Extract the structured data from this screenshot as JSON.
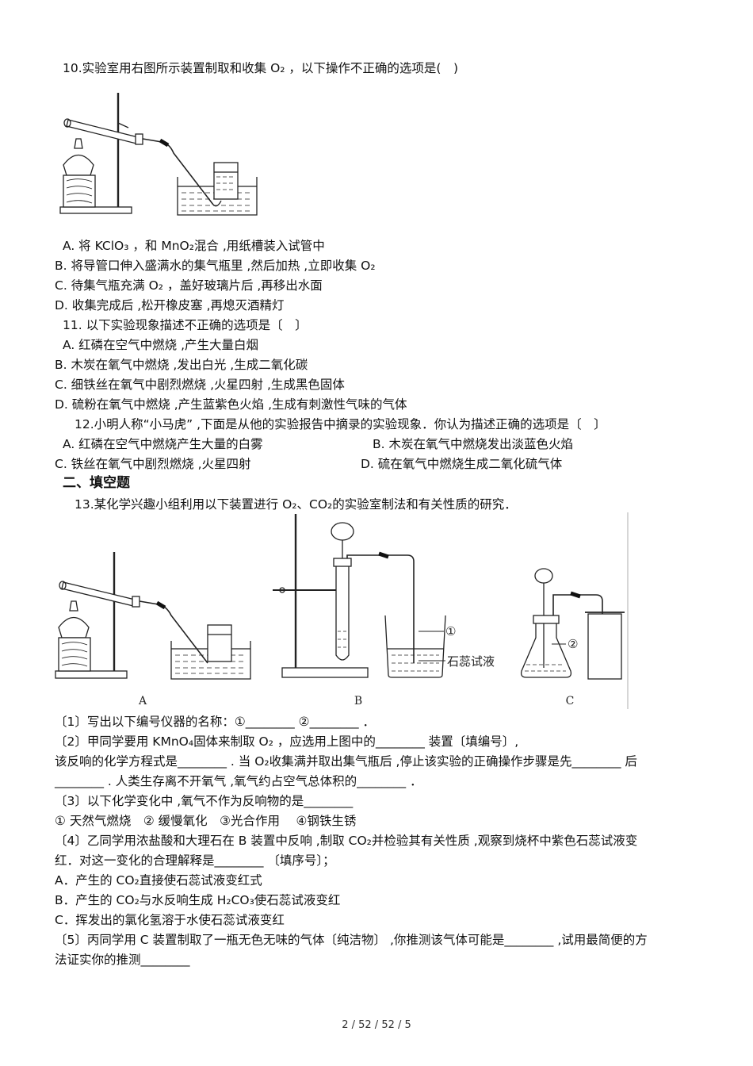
{
  "q10": {
    "stem": "10.实验室用右图所示装置制取和收集 O₂ ，以下操作不正确的选项是(　)",
    "opt_a": "A. 将 KClO₃ ，和 MnO₂混合 ,用纸槽装入试管中",
    "opt_b": "B. 将导管口伸入盛满水的集气瓶里 ,然后加热 ,立即收集 O₂",
    "opt_c": "C. 待集气瓶充满 O₂ ，盖好玻璃片后 ,再移出水面",
    "opt_d": "D. 收集完成后 ,松开橡皮塞 ,再熄灭酒精灯"
  },
  "q11": {
    "stem": "11. 以下实验现象描述不正确的选项是〔　〕",
    "opt_a": "A. 红磷在空气中燃烧 ,产生大量白烟",
    "opt_b": "B. 木炭在氧气中燃烧 ,发出白光 ,生成二氧化碳",
    "opt_c": "C. 细铁丝在氧气中剧烈燃烧 ,火星四射 ,生成黑色固体",
    "opt_d": "D. 硫粉在氧气中燃烧 ,产生蓝紫色火焰 ,生成有刺激性气味的气体"
  },
  "q12": {
    "stem": "12.小明人称“小马虎” ,下面是从他的实验报告中摘录的实验现象．你认为描述正确的选项是〔　〕",
    "opt_a": "A. 红磷在空气中燃烧产生大量的白雾",
    "opt_b": "B. 木炭在氧气中燃烧发出淡蓝色火焰",
    "opt_c": "C. 铁丝在氧气中剧烈燃烧 ,火星四射",
    "opt_d": "D. 硫在氧气中燃烧生成二氧化硫气体"
  },
  "section2_title": "二、填空题",
  "q13": {
    "stem": "13.某化学兴趣小组利用以下装置进行 O₂、CO₂的实验室制法和有关性质的研究．",
    "fig_label_a": "A",
    "fig_label_b": "B",
    "fig_label_c": "C",
    "fig_mark_1": "①",
    "fig_mark_2": "②",
    "fig_litmus": "石蕊试液",
    "p1": "〔1〕写出以下编号仪器的名称：①________ ②________ ．",
    "p2_l1": "〔2〕甲同学要用 KMnO₄固体来制取 O₂ ，应选用上图中的________ 装置〔填编号〕,",
    "p2_l2": "该反响的化学方程式是________ . 当 O₂收集满并取出集气瓶后 ,停止该实验的正确操作步骤是先________ 后",
    "p2_l3": "________ . 人类生存离不开氧气 ,氧气约占空气总体积的________ ．",
    "p3_l1": "〔3〕以下化学变化中 ,氧气不作为反响物的是________",
    "p3_l2": "① 天然气燃烧　② 缓慢氧化　③光合作用　 ④钢铁生锈",
    "p4_l1": "〔4〕乙同学用浓盐酸和大理石在 B 装置中反响 ,制取 CO₂并检验其有关性质 ,观察到烧杯中紫色石蕊试液变",
    "p4_l2": "红．对这一变化的合理解释是________ 〔填序号〕；",
    "p4_a": "A．产生的 CO₂直接使石蕊试液变红式",
    "p4_b": "B．产生的 CO₂与水反响生成 H₂CO₃使石蕊试液变红",
    "p4_c": "C．挥发出的氯化氢溶于水使石蕊试液变红",
    "p5_l1": "〔5〕丙同学用 C 装置制取了一瓶无色无味的气体〔纯洁物〕 ,你推测该气体可能是________ ,试用最简便的方",
    "p5_l2": "法证实你的推测________"
  },
  "footer": "2 / 52 / 52 / 5"
}
